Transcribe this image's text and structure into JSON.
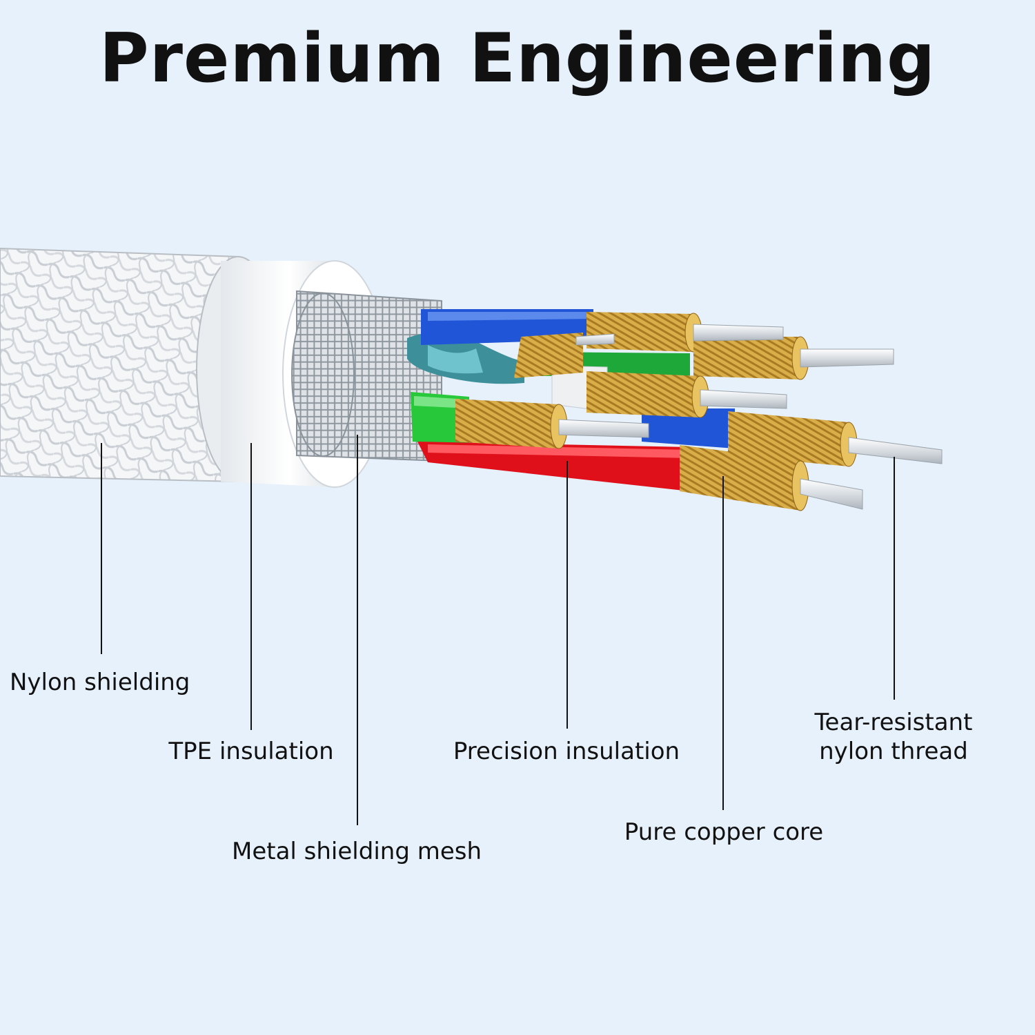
{
  "title": "Premium Engineering",
  "callouts": {
    "nylon_shielding": "Nylon shielding",
    "tpe_insulation": "TPE insulation",
    "metal_shielding_mesh": "Metal shielding mesh",
    "precision_insulation": "Precision insulation",
    "pure_copper_core": "Pure copper core",
    "tear_resistant_line1": "Tear-resistant",
    "tear_resistant_line2": "nylon thread"
  },
  "colors": {
    "background": "#e7f1fb",
    "wire_blue": "#1f55d6",
    "wire_green": "#27c93a",
    "wire_red": "#e0101a",
    "wire_white": "#eef0f2",
    "copper": "#d2a23c"
  }
}
